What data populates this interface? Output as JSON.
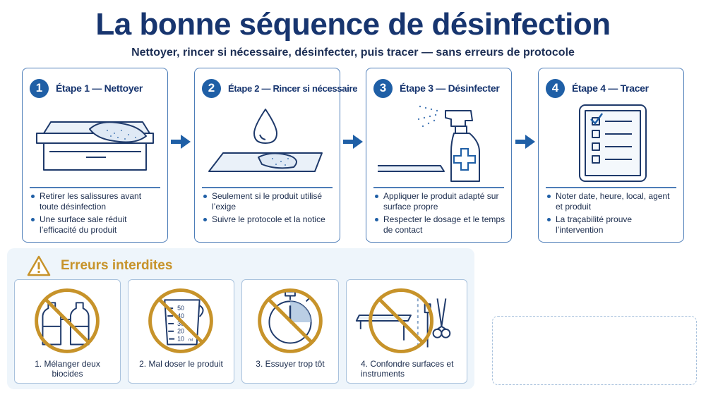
{
  "header": {
    "title": "La bonne séquence de désinfection",
    "subtitle": "Nettoyer, rincer si nécessaire, désinfecter, puis tracer — sans erreurs de protocole"
  },
  "steps": [
    {
      "number": "1",
      "title": "Étape 1 — Nettoyer",
      "icon": "table-wipe-icon",
      "bullets": [
        "Retirer les salissures avant toute désinfection",
        "Une surface sale réduit l’efficacité du produit"
      ]
    },
    {
      "number": "2",
      "title": "Étape 2 — Rincer si nécessaire",
      "icon": "water-drop-icon",
      "bullets": [
        "Seulement si le produit utilisé l’exige",
        "Suivre le protocole et la notice"
      ]
    },
    {
      "number": "3",
      "title": "Étape 3 — Désinfecter",
      "icon": "spray-bottle-icon",
      "bullets": [
        "Appliquer le produit adapté sur surface propre",
        "Respecter le dosage et le temps de contact"
      ]
    },
    {
      "number": "4",
      "title": "Étape 4 — Tracer",
      "icon": "tablet-checklist-icon",
      "bullets": [
        "Noter date, heure, local, agent et produit",
        "La traçabilité prouve l’intervention"
      ]
    }
  ],
  "errors": {
    "title": "Erreurs interdites",
    "icon": "warning-icon",
    "items": [
      {
        "label": "1. Mélanger deux biocides",
        "icon": "two-bottles-forbidden-icon"
      },
      {
        "label": "2. Mal doser le produit",
        "icon": "measuring-cup-forbidden-icon",
        "scale": [
          "50",
          "40",
          "30",
          "20",
          "10"
        ],
        "unit": "ml"
      },
      {
        "label": "3. Essuyer trop tôt",
        "icon": "stopwatch-forbidden-icon"
      },
      {
        "label": "4. Confondre surfaces et instruments",
        "icon": "surface-instruments-forbidden-icon"
      }
    ]
  },
  "colors": {
    "primary": "#17356f",
    "accent": "#1f5fa6",
    "warning": "#c7932a",
    "panel": "#eef5fb"
  }
}
